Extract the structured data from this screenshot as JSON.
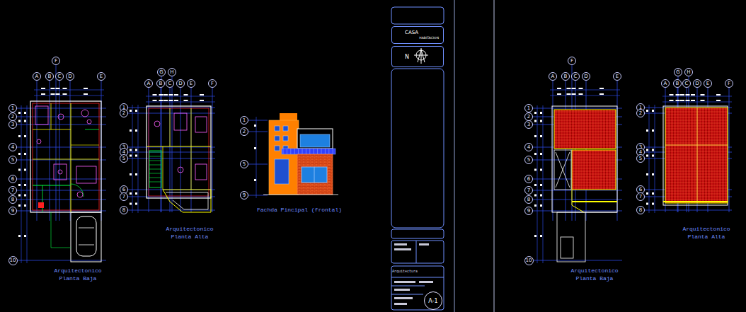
{
  "diagram": {
    "nodes": [
      {
        "text": [
          "F"
        ]
      },
      {
        "text": [
          "A"
        ]
      },
      {
        "text": [
          "B"
        ]
      },
      {
        "text": [
          "C"
        ]
      },
      {
        "text": [
          "D"
        ]
      },
      {
        "text": [
          "E"
        ]
      },
      {
        "text": [
          "1"
        ]
      },
      {
        "text": [
          "2"
        ]
      },
      {
        "text": [
          "3"
        ]
      },
      {
        "text": [
          "4"
        ]
      },
      {
        "text": [
          "5"
        ]
      },
      {
        "text": [
          "6"
        ]
      },
      {
        "text": [
          "7"
        ]
      },
      {
        "text": [
          "8"
        ]
      },
      {
        "text": [
          "9"
        ]
      },
      {
        "text": [
          "10"
        ]
      },
      {
        "text": [
          "G"
        ]
      },
      {
        "text": [
          "H"
        ]
      },
      {
        "text": [
          "A"
        ]
      },
      {
        "text": [
          "B"
        ]
      },
      {
        "text": [
          "C"
        ]
      },
      {
        "text": [
          "D"
        ]
      },
      {
        "text": [
          "E"
        ]
      },
      {
        "text": [
          "F"
        ]
      },
      {
        "text": [
          "1"
        ]
      },
      {
        "text": [
          "2"
        ]
      },
      {
        "text": [
          "3"
        ]
      },
      {
        "text": [
          "4"
        ]
      },
      {
        "text": [
          "5"
        ]
      },
      {
        "text": [
          "6"
        ]
      },
      {
        "text": [
          "7"
        ]
      },
      {
        "text": [
          "8"
        ]
      },
      {
        "text": [
          "1"
        ]
      },
      {
        "text": [
          "2"
        ]
      },
      {
        "text": [
          "5"
        ]
      },
      {
        "text": [
          "9"
        ]
      },
      {
        "text": [
          "CASA",
          "HABITACION"
        ]
      },
      {
        "text": [
          "N"
        ]
      },
      {
        "text": [
          "A-1"
        ]
      },
      {
        "text": [
          "F"
        ]
      },
      {
        "text": [
          "A"
        ]
      },
      {
        "text": [
          "B"
        ]
      },
      {
        "text": [
          "C"
        ]
      },
      {
        "text": [
          "D"
        ]
      },
      {
        "text": [
          "E"
        ]
      },
      {
        "text": [
          "1"
        ]
      },
      {
        "text": [
          "2"
        ]
      },
      {
        "text": [
          "3"
        ]
      },
      {
        "text": [
          "4"
        ]
      },
      {
        "text": [
          "5"
        ]
      },
      {
        "text": [
          "6"
        ]
      },
      {
        "text": [
          "7"
        ]
      },
      {
        "text": [
          "8"
        ]
      },
      {
        "text": [
          "9"
        ]
      },
      {
        "text": [
          "10"
        ]
      },
      {
        "text": [
          "G"
        ]
      },
      {
        "text": [
          "H"
        ]
      },
      {
        "text": [
          "A"
        ]
      },
      {
        "text": [
          "B"
        ]
      },
      {
        "text": [
          "C"
        ]
      },
      {
        "text": [
          "D"
        ]
      },
      {
        "text": [
          "E"
        ]
      },
      {
        "text": [
          "F"
        ]
      },
      {
        "text": [
          "1"
        ]
      },
      {
        "text": [
          "2"
        ]
      },
      {
        "text": [
          "3"
        ]
      },
      {
        "text": [
          "4"
        ]
      },
      {
        "text": [
          "5"
        ]
      },
      {
        "text": [
          "6"
        ]
      },
      {
        "text": [
          "7"
        ]
      },
      {
        "text": [
          "8"
        ]
      }
    ],
    "labels": [
      "Arquitectonico Planta Baja",
      "Arquitectonico Planta Alta",
      "Fachda Pincipal (frontal)",
      "Arquitectura",
      "Arquitectonico Planta Baja",
      "Arquitectonico Planta Alta"
    ]
  }
}
